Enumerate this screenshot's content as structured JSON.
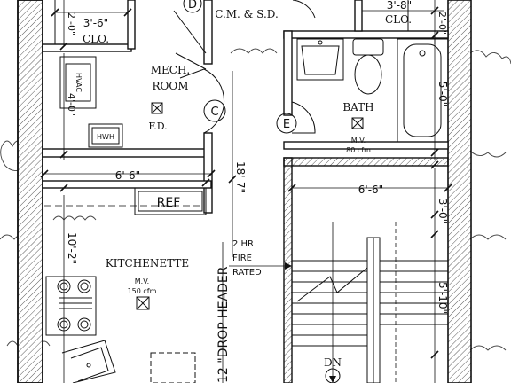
{
  "rooms": {
    "closet_left": "CLO.",
    "closet_right": "CLO.",
    "mech_line1": "MECH.",
    "mech_line2": "ROOM",
    "bath": "BATH",
    "kitchenette": "KITCHENETTE",
    "ref": "REF"
  },
  "equipment": {
    "hvac": "HVAC",
    "hwh": "HWH",
    "floor_drain": "F.D.",
    "mv_bath": "M.V.",
    "mv_bath_cfm": "80 cfm",
    "mv_kitchen": "M.V.",
    "mv_kitchen_cfm": "150 cfm",
    "smoke_detector": "C.M. & S.D."
  },
  "door_tags": [
    "D",
    "C",
    "E"
  ],
  "notes": {
    "fire_line1": "2 HR",
    "fire_line2": "FIRE",
    "fire_line3": "RATED",
    "drop_header": "12 \"DROP HEADER",
    "stair_dn": "DN"
  },
  "dimensions": {
    "clo_left_w": "3'-6\"",
    "clo_left_h": "2'-0\"",
    "clo_right_w": "3'-8\"",
    "clo_right_h": "2'-0\"",
    "mech_h": "4'-0\"",
    "bath_h": "5'-0\"",
    "corridor_v": "18'-7\"",
    "kitchen_w": "6'-6\"",
    "kitchen_h": "10'-2\"",
    "stair_w": "6'-6\"",
    "stair_top": "3'-0\"",
    "stair_run": "5'-10\""
  }
}
